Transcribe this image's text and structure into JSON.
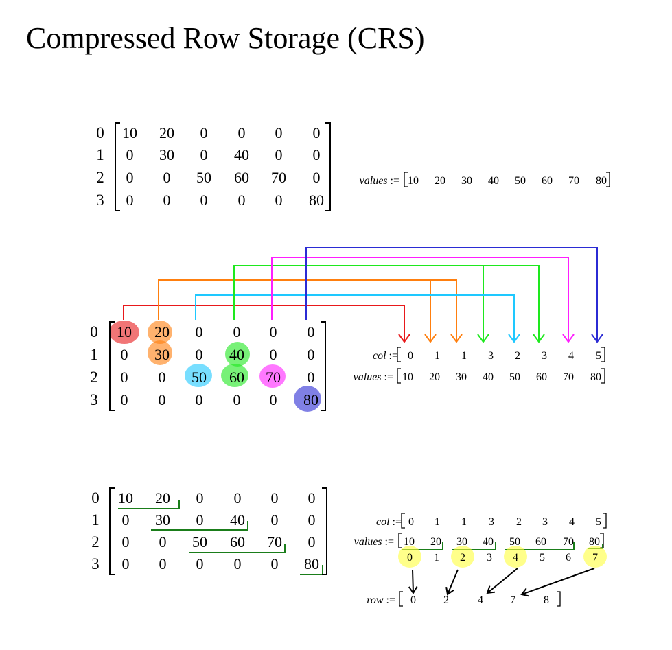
{
  "title": "Compressed Row Storage (CRS)",
  "matrix": {
    "row_indices": [
      "0",
      "1",
      "2",
      "3"
    ],
    "rows": [
      [
        "10",
        "20",
        "0",
        "0",
        "0",
        "0"
      ],
      [
        "0",
        "30",
        "0",
        "40",
        "0",
        "0"
      ],
      [
        "0",
        "0",
        "50",
        "60",
        "70",
        "0"
      ],
      [
        "0",
        "0",
        "0",
        "0",
        "0",
        "80"
      ]
    ]
  },
  "labels": {
    "values": "values",
    "col": "col",
    "row": "row",
    "assign": ":="
  },
  "arrays": {
    "values": [
      "10",
      "20",
      "30",
      "40",
      "50",
      "60",
      "70",
      "80"
    ],
    "col": [
      "0",
      "1",
      "1",
      "3",
      "2",
      "3",
      "4",
      "5"
    ],
    "value_positions": [
      "0",
      "1",
      "2",
      "3",
      "4",
      "5",
      "6",
      "7"
    ],
    "row": [
      "0",
      "2",
      "4",
      "7",
      "8"
    ]
  },
  "colors": {
    "red": "#e8191b",
    "orange": "#ff7f0e",
    "sky": "#1ec8ff",
    "green": "#1ee81e",
    "magenta": "#ff1eff",
    "blue": "#2b2bd4",
    "underline": "#1a7d1a",
    "yellow": "#ffff3c"
  }
}
